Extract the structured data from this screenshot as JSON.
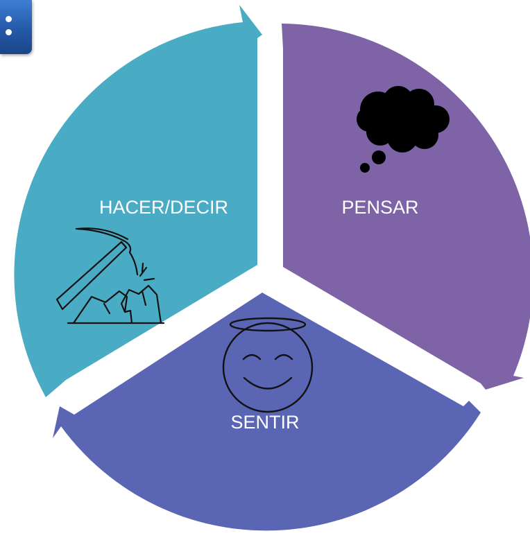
{
  "cycle": {
    "segments": [
      {
        "id": "hacer",
        "label": "HACER/DECIR",
        "color": "#4aabc4",
        "icon": "pickaxe-rock-icon"
      },
      {
        "id": "pensar",
        "label": "PENSAR",
        "color": "#7e64a6",
        "icon": "thought-cloud-icon"
      },
      {
        "id": "sentir",
        "label": "SENTIR",
        "color": "#5a66b4",
        "icon": "smiley-halo-icon"
      }
    ]
  },
  "corner_button": {
    "icon": "vertical-dots-icon",
    "color": "#2c64b5"
  }
}
